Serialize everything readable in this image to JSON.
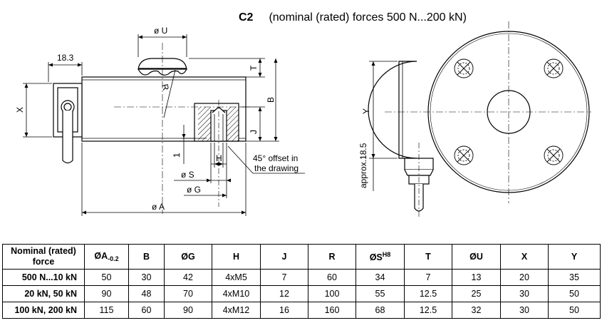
{
  "title": {
    "model": "C2",
    "subtitle": "(nominal (rated) forces 500 N...200 kN)"
  },
  "drawing_labels": {
    "dim_U": "ø U",
    "dim_18_3": "18.3",
    "dim_T": "T",
    "dim_R": "R",
    "dim_B": "B",
    "dim_X": "X",
    "dim_J": "J",
    "dim_1": "1",
    "dim_H": "H",
    "dim_S": "ø S",
    "dim_G": "ø G",
    "dim_A": "ø A",
    "note_offset_line1": "45° offset in",
    "note_offset_line2": "the drawing",
    "dim_Y": "Y",
    "dim_approx": "approx.18.5"
  },
  "table": {
    "headers": {
      "force": "Nominal (rated) force",
      "A": "ØA",
      "A_sub": "-0.2",
      "B": "B",
      "G": "ØG",
      "H": "H",
      "J": "J",
      "R": "R",
      "S": "ØS",
      "S_sup": "H8",
      "T": "T",
      "U": "ØU",
      "X": "X",
      "Y": "Y"
    },
    "rows": [
      [
        "500 N...10 kN",
        "50",
        "30",
        "42",
        "4xM5",
        "7",
        "60",
        "34",
        "7",
        "13",
        "20",
        "35"
      ],
      [
        "20 kN, 50 kN",
        "90",
        "48",
        "70",
        "4xM10",
        "12",
        "100",
        "55",
        "12.5",
        "25",
        "30",
        "50"
      ],
      [
        "100 kN, 200 kN",
        "115",
        "60",
        "90",
        "4xM12",
        "16",
        "160",
        "68",
        "12.5",
        "32",
        "30",
        "50"
      ]
    ]
  }
}
